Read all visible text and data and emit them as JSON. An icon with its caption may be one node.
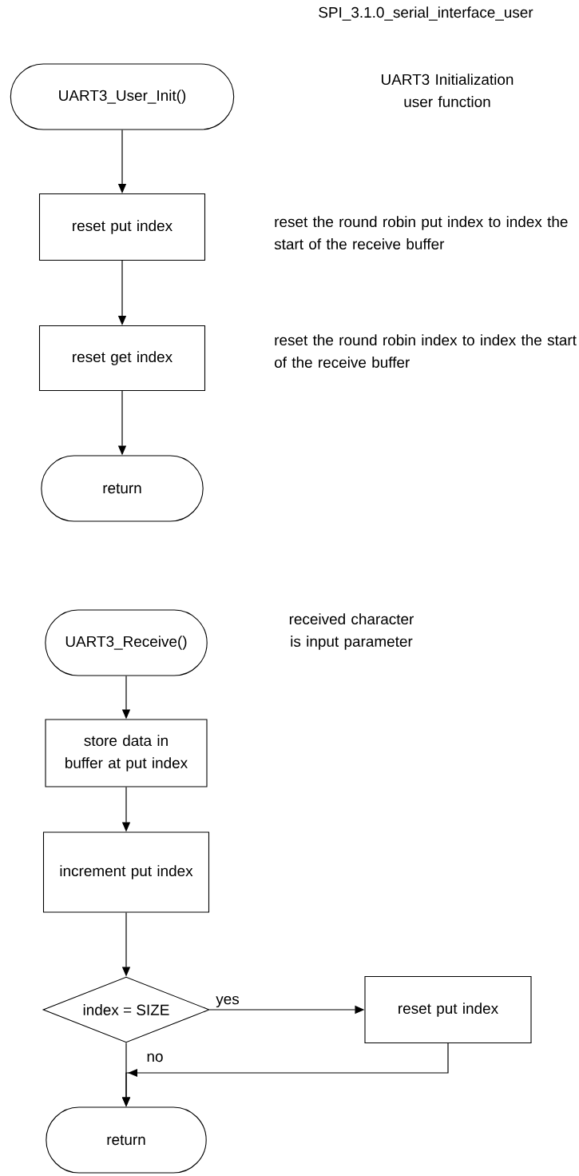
{
  "diagram": {
    "title": "SPI_3.1.0_serial_interface_user",
    "nodes": [
      {
        "text": [
          "UART3_User_Init()"
        ]
      },
      {
        "text": [
          "reset put index"
        ]
      },
      {
        "text": [
          "reset get index"
        ]
      },
      {
        "text": [
          "return"
        ]
      },
      {
        "text": [
          "UART3_Receive()"
        ]
      },
      {
        "text": [
          "store data in buffer at put index"
        ]
      },
      {
        "text": [
          "increment put index"
        ]
      },
      {
        "text": [
          "index = SIZE"
        ]
      },
      {
        "text": [
          "reset put index"
        ]
      },
      {
        "text": [
          "return"
        ]
      }
    ],
    "edges": [
      {
        "from": 0,
        "to": 1,
        "arrow": "to"
      },
      {
        "from": 1,
        "to": 2,
        "arrow": "to"
      },
      {
        "from": 2,
        "to": 3,
        "arrow": "to"
      },
      {
        "from": 4,
        "to": 5,
        "arrow": "to"
      },
      {
        "from": 5,
        "to": 6,
        "arrow": "to"
      },
      {
        "from": 6,
        "to": 7,
        "arrow": "to"
      },
      {
        "from": 7,
        "to": 8,
        "arrow": "to",
        "label": "yes"
      },
      {
        "from": 7,
        "to": 9,
        "arrow": "to",
        "label": "no"
      },
      {
        "from": 8,
        "to": 9,
        "arrow": "to"
      }
    ],
    "labels": [
      "UART3 Initialization user function",
      "reset the round robin put index to index the start of the receive buffer",
      "reset the round robin index to index the start of the receive buffer",
      "received character is input parameter"
    ]
  }
}
